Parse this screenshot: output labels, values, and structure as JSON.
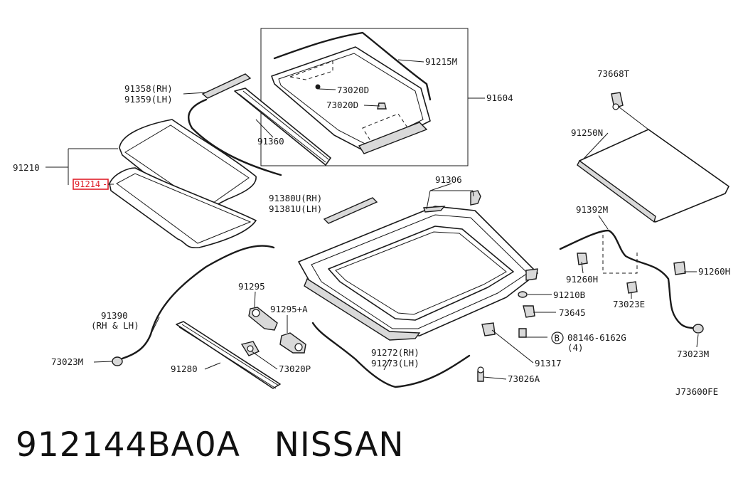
{
  "caption": {
    "part_number": "912144BA0A",
    "brand": "NISSAN"
  },
  "diagram_code": "J73600FE",
  "labels": {
    "l91215M": "91215M",
    "l73020D_a": "73020D",
    "l73020D_b": "73020D",
    "l91604": "91604",
    "l73668T": "73668T",
    "l91358": "91358(RH)",
    "l91359": "91359(LH)",
    "l91360": "91360",
    "l91250N": "91250N",
    "l91210": "91210",
    "l91214": "91214",
    "l91306": "91306",
    "l91380U": "91380U(RH)",
    "l91381U": "91381U(LH)",
    "l91392M": "91392M",
    "l91260H_a": "91260H",
    "l91260H_b": "91260H",
    "l91295": "91295",
    "l91210B": "91210B",
    "l73645": "73645",
    "l73023E": "73023E",
    "l91295A": "91295+A",
    "l91390": "91390",
    "l91390sub": "(RH & LH)",
    "l08146": "08146-6162G",
    "l08146qty": "(4)",
    "bolt_badge": "B",
    "l73023M_a": "73023M",
    "l73023M_b": "73023M",
    "l91272": "91272(RH)",
    "l91273": "91273(LH)",
    "l91280": "91280",
    "l73020P": "73020P",
    "l91317": "91317",
    "l73026A": "73026A"
  },
  "highlight": {
    "color": "#e0202a"
  }
}
